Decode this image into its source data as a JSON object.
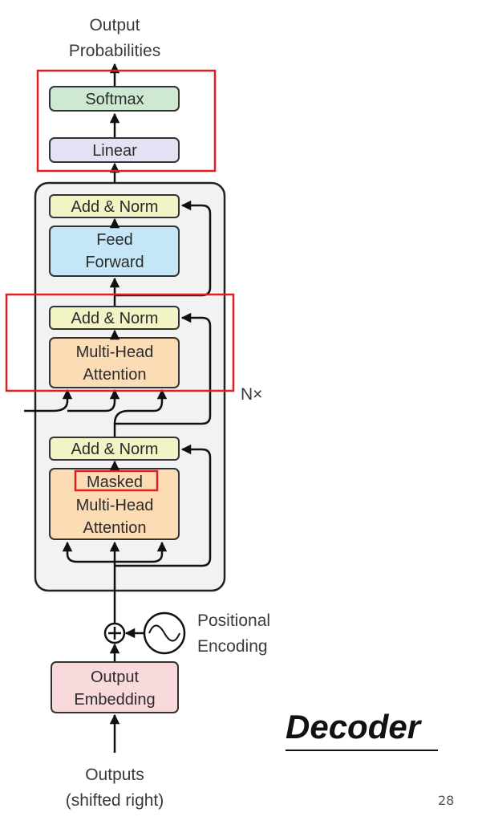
{
  "diagram": {
    "output_label_line1": "Output",
    "output_label_line2": "Probabilities",
    "softmax": "Softmax",
    "linear": "Linear",
    "add_norm_1": "Add & Norm",
    "feed_forward_line1": "Feed",
    "feed_forward_line2": "Forward",
    "add_norm_2": "Add & Norm",
    "mha_line1": "Multi-Head",
    "mha_line2": "Attention",
    "repeat_label": "N×",
    "add_norm_3": "Add & Norm",
    "masked_line1": "Masked",
    "masked_line2": "Multi-Head",
    "masked_line3": "Attention",
    "plus_symbol": "+",
    "positional_line1": "Positional",
    "positional_line2": "Encoding",
    "embedding_line1": "Output",
    "embedding_line2": "Embedding",
    "input_line1": "Outputs",
    "input_line2": "(shifted right)"
  },
  "slide": {
    "title": "Decoder",
    "page_number": "28"
  },
  "colors": {
    "softmax": "#cfe8d2",
    "linear": "#e2e2f4",
    "add_norm": "#f2f4c6",
    "feed_forward": "#c5e6f6",
    "attention": "#fbdcb4",
    "embedding": "#f8d9dc",
    "stack_background": "#f1f2f2",
    "highlight": "#e02020"
  },
  "icons": [
    "plus-circle-icon",
    "sine-wave-icon"
  ]
}
